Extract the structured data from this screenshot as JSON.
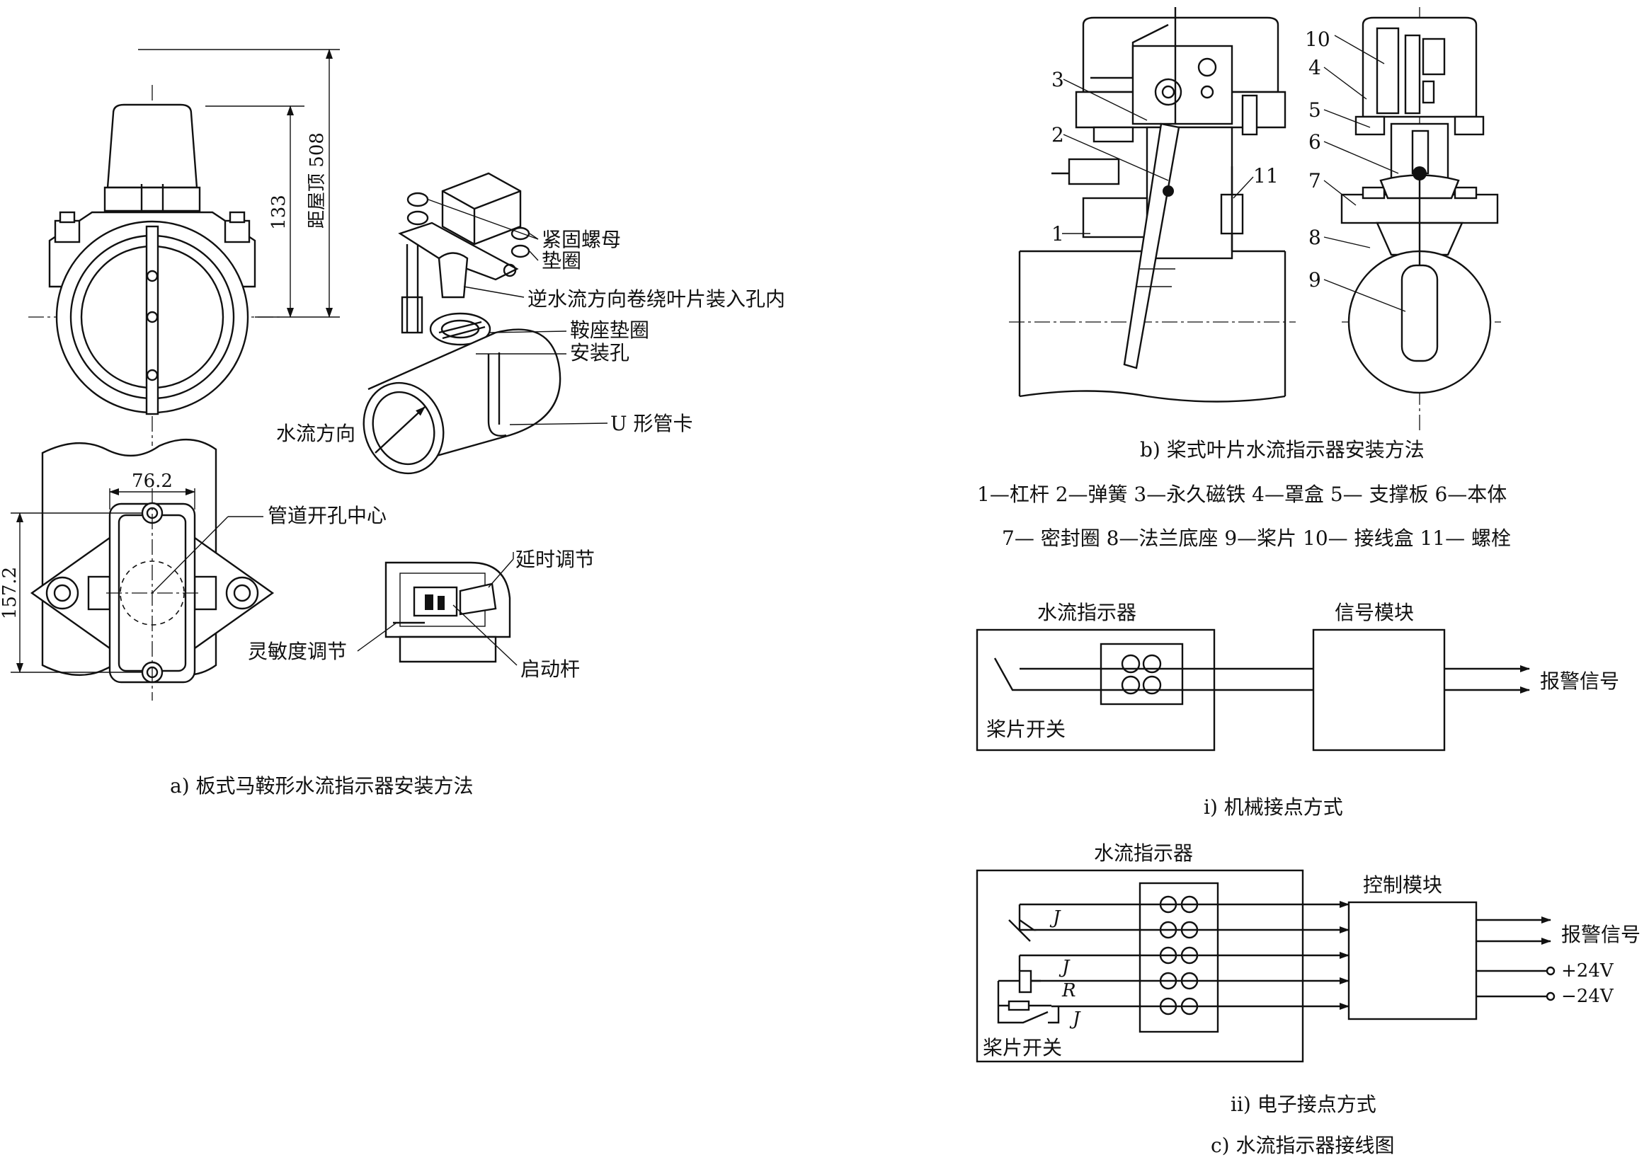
{
  "panel_a": {
    "caption": "a) 板式马鞍形水流指示器安装方法",
    "dims": {
      "d133": "133",
      "d508": "距屋顶 508",
      "d76": "76.2",
      "d157": "157.2"
    },
    "labels": {
      "nut": "紧固螺母",
      "washer": "垫圈",
      "wind": "逆水流方向卷绕叶片装入孔内",
      "saddle_gasket": "鞍座垫圈",
      "mount_hole": "安装孔",
      "flow_dir": "水流方向",
      "u_clamp": "U 形管卡",
      "hole_center": "管道开孔中心",
      "delay": "延时调节",
      "sensitivity": "灵敏度调节",
      "lever": "启动杆"
    }
  },
  "panel_b": {
    "caption": "b) 桨式叶片水流指示器安装方法",
    "numbers": [
      "1",
      "2",
      "3",
      "4",
      "5",
      "6",
      "7",
      "8",
      "9",
      "10",
      "11"
    ],
    "legend_line1": "1—杠杆  2—弹簧  3—永久磁铁  4—罩盒   5— 支撑板  6—本体",
    "legend_line2": "7— 密封圈  8—法兰底座  9—桨片  10— 接线盒  11— 螺栓"
  },
  "panel_c": {
    "caption": "c) 水流指示器接线图",
    "mech": {
      "caption": "i) 机械接点方式",
      "indicator": "水流指示器",
      "module": "信号模块",
      "output": "报警信号",
      "switch": "桨片开关"
    },
    "elec": {
      "caption": "ii) 电子接点方式",
      "indicator": "水流指示器",
      "module": "控制模块",
      "output": "报警信号",
      "plus": "+24V",
      "minus": "−24V",
      "switch": "桨片开关",
      "j1": "J",
      "j2": "J",
      "r": "R",
      "j3": "J"
    }
  }
}
